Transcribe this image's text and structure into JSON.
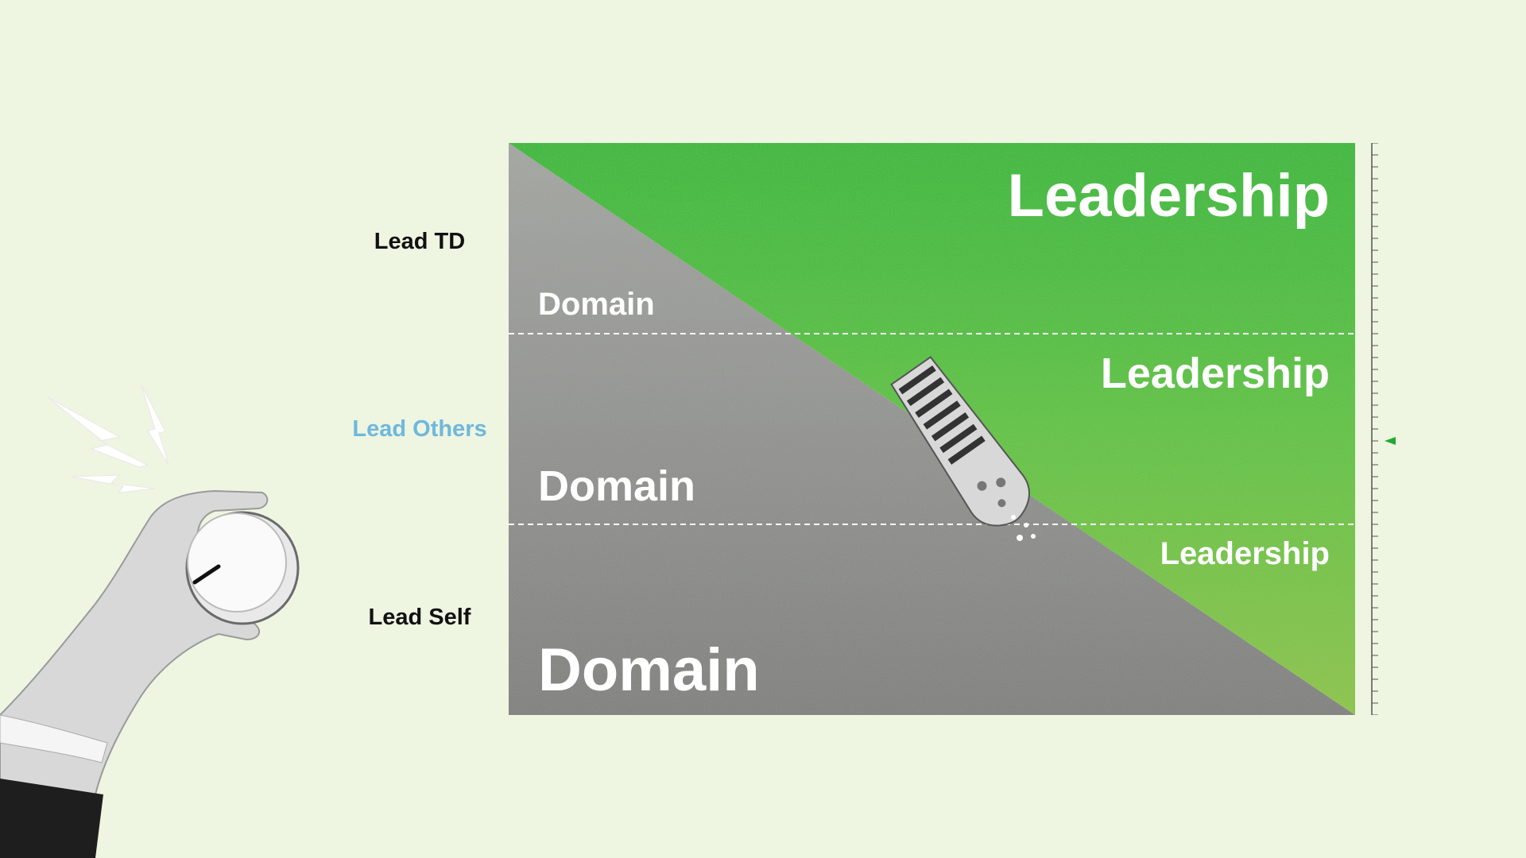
{
  "levels": {
    "top": "Lead TD",
    "middle": "Lead Others",
    "bottom": "Lead Self"
  },
  "zones": {
    "domain_top": "Domain",
    "domain_middle": "Domain",
    "domain_bottom": "Domain",
    "leadership_top": "Leadership",
    "leadership_middle": "Leadership",
    "leadership_bottom": "Leadership"
  },
  "colors": {
    "background": "#eef5e1",
    "domain_fill": "#8f918c",
    "leadership_fill": "#3fbf2f",
    "active_level": "#6fb8dd",
    "scale_marker": "#22aa33"
  },
  "active_level": "middle"
}
